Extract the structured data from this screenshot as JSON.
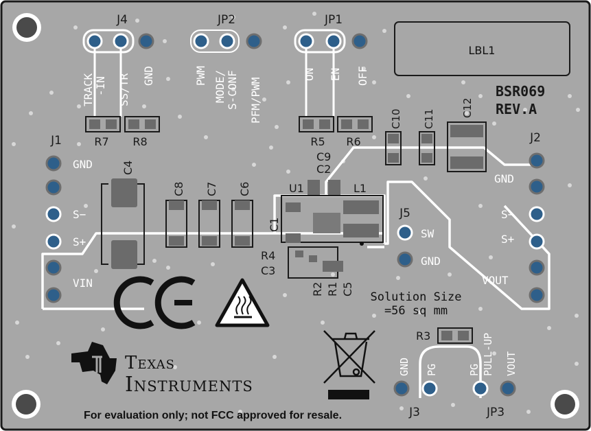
{
  "board": {
    "part_number": "BSR069",
    "revision": "REV.A",
    "label_box": "LBL1",
    "solution_size_line1": "Solution Size",
    "solution_size_line2": "=56 sq mm",
    "disclaimer": "For evaluation only; not FCC approved for resale.",
    "logo_line1": "Texas",
    "logo_line2": "Instruments",
    "ce_mark": "CE",
    "colors": {
      "board": "#a7a7a7",
      "pad_ring": "#ffffff",
      "pad_center": "#2e5f8a",
      "copper": "#6b6b6b",
      "silk": "#ffffff",
      "edge": "#1a1a1a"
    }
  },
  "headers": {
    "j4": {
      "ref": "J4",
      "pins": [
        "TRACK -IN",
        "SS/TR",
        "GND"
      ]
    },
    "jp2": {
      "ref": "JP2",
      "pins": [
        "PWM",
        "MODE/ S-CONF",
        "PFM/PWM"
      ]
    },
    "jp1": {
      "ref": "JP1",
      "pins": [
        "ON",
        "EN",
        "OFF"
      ]
    },
    "j1": {
      "ref": "J1",
      "pins": [
        "GND",
        "S-",
        "S+",
        "VIN"
      ]
    },
    "j2": {
      "ref": "J2",
      "pins": [
        "GND",
        "S-",
        "S+",
        "VOUT"
      ]
    },
    "j5": {
      "ref": "J5",
      "pins": [
        "SW",
        "GND"
      ]
    },
    "j3": {
      "ref": "J3",
      "pins": [
        "GND",
        "PG"
      ]
    },
    "jp3": {
      "ref": "JP3",
      "pins": [
        "PG PULL-UP",
        "VOUT"
      ]
    }
  },
  "components": [
    "R7",
    "R8",
    "R5",
    "R6",
    "C10",
    "C11",
    "C12",
    "C9",
    "C2",
    "C4",
    "C8",
    "C7",
    "C6",
    "U1",
    "L1",
    "C1",
    "R4",
    "C3",
    "R2",
    "R1",
    "C5",
    "R3"
  ],
  "pin_text": {
    "track": "TRACK",
    "in": "-IN",
    "sstr": "SS/TR",
    "gnd": "GND",
    "pwm": "PWM",
    "mode": "MODE/",
    "sconf": "S-CONF",
    "pfmpwm": "PFM/PWM",
    "on": "ON",
    "en": "EN",
    "off": "OFF",
    "sminus": "S−",
    "splus": "S+",
    "vin": "VIN",
    "vout": "VOUT",
    "sw": "SW",
    "pg": "PG",
    "pullup": "PULL-UP"
  }
}
